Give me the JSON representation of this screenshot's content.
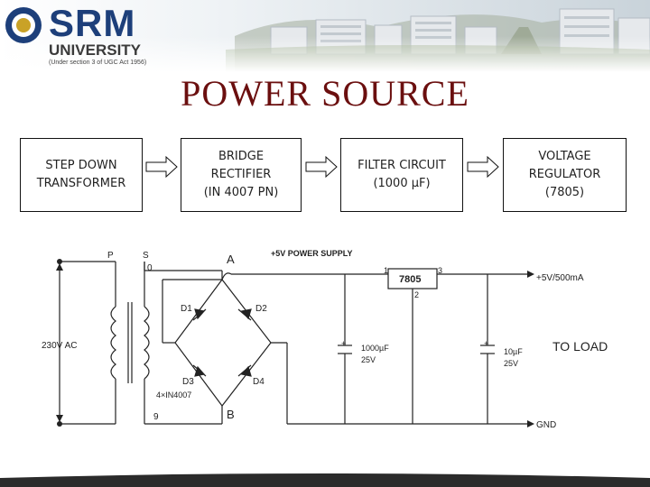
{
  "logo": {
    "primary": "SRM",
    "secondary": "UNIVERSITY",
    "tagline": "(Under section 3 of UGC Act 1956)"
  },
  "title": "POWER SOURCE",
  "blocks": [
    {
      "line1": "STEP DOWN",
      "line2": "TRANSFORMER",
      "line3": ""
    },
    {
      "line1": "BRIDGE",
      "line2": "RECTIFIER",
      "line3": "(IN 4007 PN)"
    },
    {
      "line1": "FILTER CIRCUIT",
      "line2": "(1000 µF)",
      "line3": ""
    },
    {
      "line1": "VOLTAGE",
      "line2": "REGULATOR",
      "line3": "(7805)"
    }
  ],
  "circuit": {
    "p_label": "P",
    "s_label": "S",
    "zero_label": "0",
    "nine_label": "9",
    "input_label": "230V AC",
    "node_a": "A",
    "node_b": "B",
    "supply_label": "+5V POWER SUPPLY",
    "regulator": "7805",
    "pin1": "1",
    "pin2": "2",
    "pin3": "3",
    "output_label": "+5V/500mA",
    "gnd_label": "GND",
    "load_label": "TO LOAD",
    "d1": "D1",
    "d2": "D2",
    "d3": "D3",
    "d4": "D4",
    "diode_part": "4×IN4007",
    "cap1_value": "1000µF",
    "cap1_voltage": "25V",
    "cap2_value": "10µF",
    "cap2_voltage": "25V"
  },
  "colors": {
    "title": "#6b0f0f",
    "logo": "#1d3f7a",
    "wire": "#222222"
  }
}
